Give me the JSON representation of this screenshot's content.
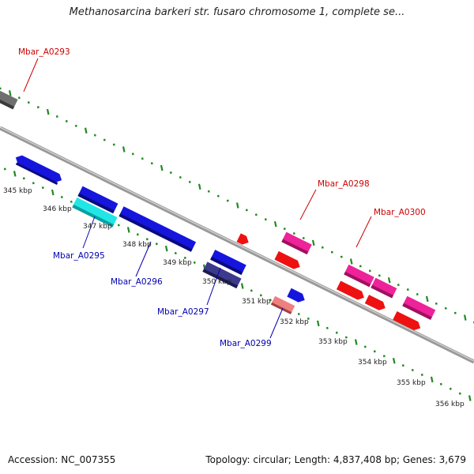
{
  "title": "Methanosarcina barkeri str. fusaro chromosome 1, complete se...",
  "footer": {
    "accession": "Accession: NC_007355",
    "info": "Topology: circular; Length: 4,837,408 bp; Genes: 3,679"
  },
  "colors": {
    "backbone": "#8a8a8a",
    "ticks": "#1f8a1f",
    "top_label": "#cc0000",
    "bottom_label": "#0000b0",
    "cds_red": "#ee1111",
    "cds_blue": "#1515dd",
    "cds_magenta": "#ee2299",
    "cds_cyan": "#22e6e6",
    "cds_gray": "#6f6f6f",
    "cds_navy": "#3c3a8c",
    "cds_pink": "#ee8080"
  },
  "scale_labels": [
    "345 kbp",
    "346 kbp",
    "347 kbp",
    "348 kbp",
    "349 kbp",
    "350 kbp",
    "351 kbp",
    "352 kbp",
    "353 kbp",
    "354 kbp",
    "355 kbp",
    "356 kbp"
  ],
  "gene_labels": {
    "top": [
      "Mbar_A0293",
      "Mbar_A0298",
      "Mbar_A0300"
    ],
    "bottom": [
      "Mbar_A0295",
      "Mbar_A0296",
      "Mbar_A0297",
      "Mbar_A0299"
    ]
  }
}
